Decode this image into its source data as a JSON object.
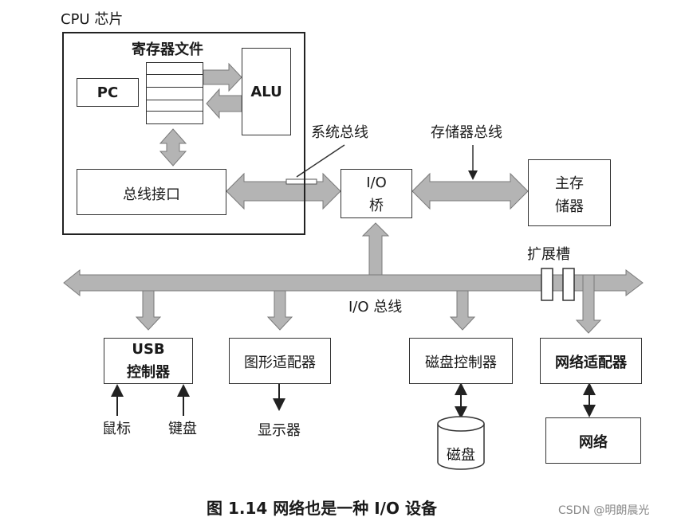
{
  "cpu_chip": {
    "title": "CPU 芯片"
  },
  "register_file": {
    "title": "寄存器文件"
  },
  "pc": {
    "label": "PC"
  },
  "alu": {
    "label": "ALU"
  },
  "bus_interface": {
    "label": "总线接口"
  },
  "system_bus": {
    "label": "系统总线"
  },
  "memory_bus": {
    "label": "存储器总线"
  },
  "io_bridge": {
    "line1": "I/O",
    "line2": "桥"
  },
  "main_memory": {
    "line1": "主存",
    "line2": "储器"
  },
  "expansion_slot": {
    "label": "扩展槽"
  },
  "io_bus": {
    "label": "I/O 总线"
  },
  "usb_controller": {
    "line1": "USB",
    "line2": "控制器"
  },
  "mouse": {
    "label": "鼠标"
  },
  "keyboard": {
    "label": "键盘"
  },
  "graphics_adapter": {
    "label": "图形适配器"
  },
  "display": {
    "label": "显示器"
  },
  "disk_controller": {
    "label": "磁盘控制器"
  },
  "disk": {
    "label": "磁盘"
  },
  "network_adapter": {
    "label": "网络适配器"
  },
  "network": {
    "label": "网络"
  },
  "caption": {
    "text": "图 1.14   网络也是一种 I/O 设备"
  },
  "watermark": {
    "text": "CSDN @明朗晨光"
  },
  "colors": {
    "arrow_fill": "#b4b4b4",
    "arrow_stroke": "#7a7a7a",
    "line": "#333333"
  }
}
